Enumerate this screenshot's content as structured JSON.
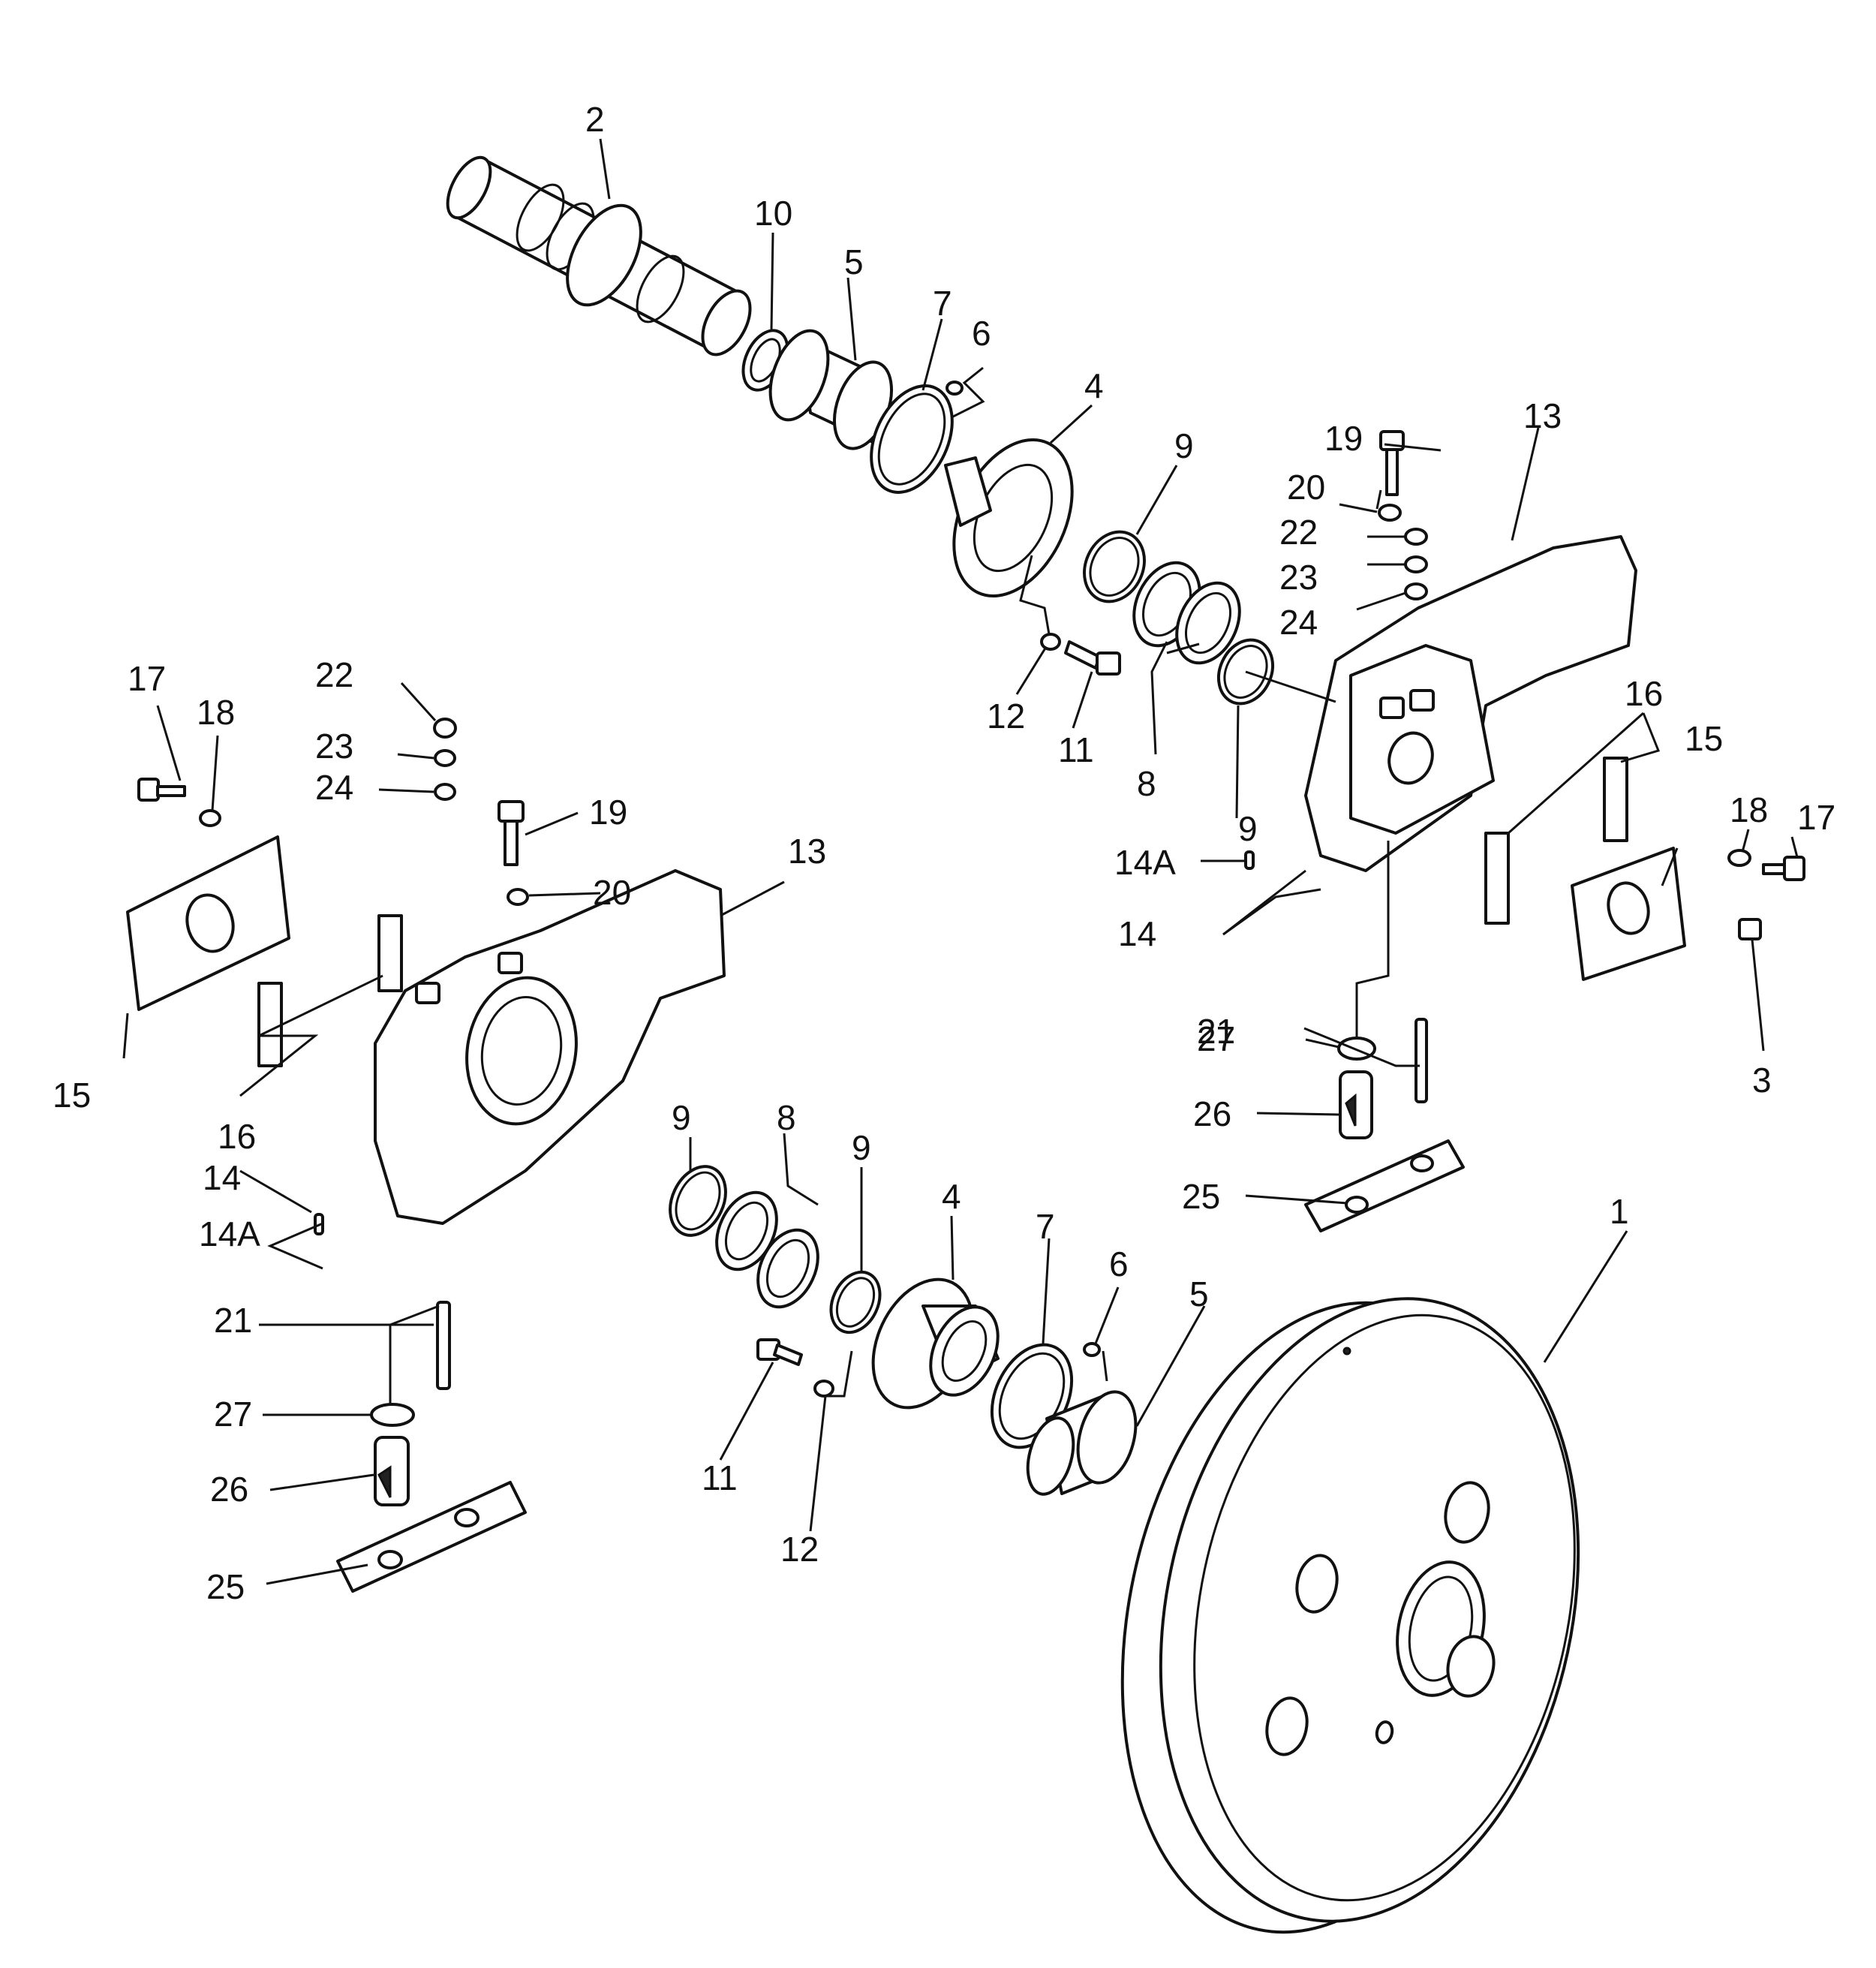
{
  "diagram": {
    "type": "exploded-parts-view",
    "stroke_color": "#111111",
    "background": "#ffffff",
    "callouts": [
      "1",
      "2",
      "3",
      "4",
      "4",
      "5",
      "5",
      "6",
      "6",
      "7",
      "7",
      "8",
      "8",
      "9",
      "9",
      "9",
      "9",
      "10",
      "11",
      "11",
      "12",
      "12",
      "13",
      "13",
      "14",
      "14",
      "14A",
      "14A",
      "15",
      "15",
      "16",
      "16",
      "17",
      "17",
      "18",
      "18",
      "19",
      "19",
      "20",
      "20",
      "21",
      "21",
      "22",
      "22",
      "23",
      "23",
      "24",
      "24",
      "25",
      "25",
      "26",
      "26",
      "27",
      "27"
    ]
  }
}
